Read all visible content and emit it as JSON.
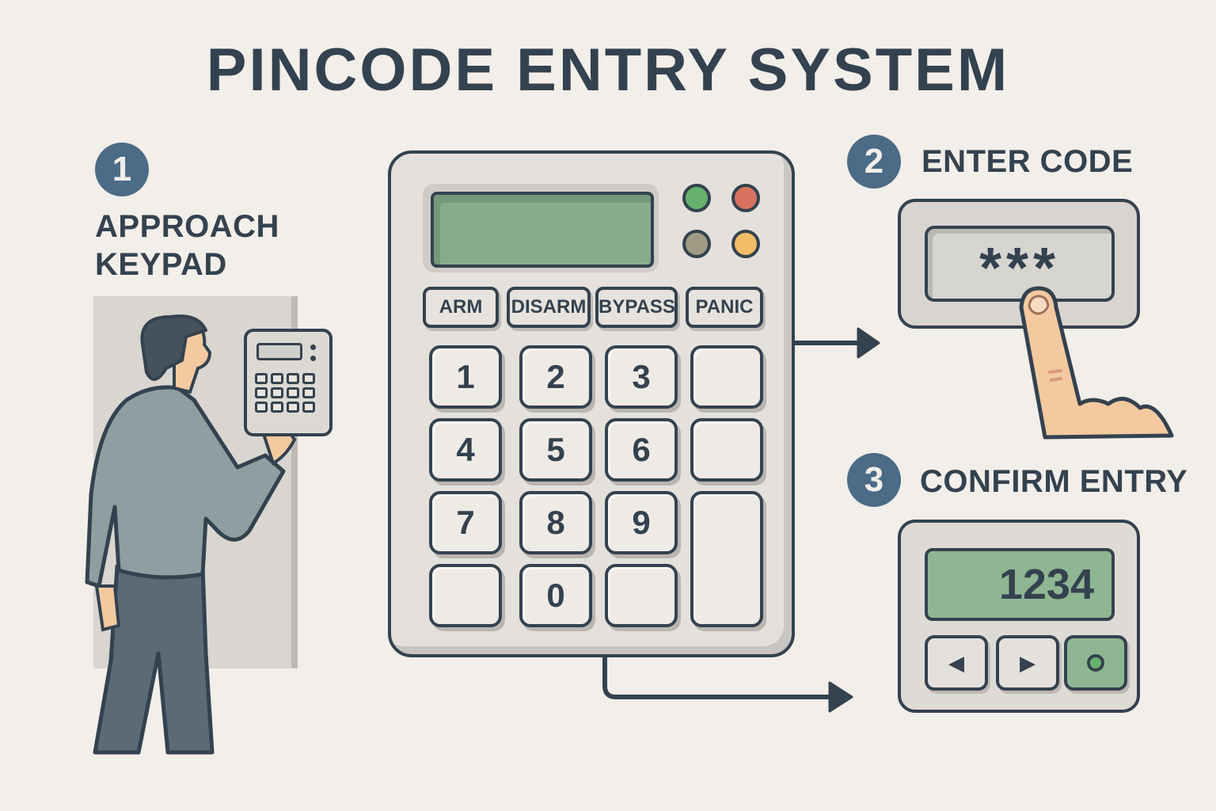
{
  "title": "PINCODE ENTRY SYSTEM",
  "steps": [
    {
      "number": "1",
      "label_line1": "APPROACH",
      "label_line2": "KEYPAD"
    },
    {
      "number": "2",
      "label": "ENTER CODE"
    },
    {
      "number": "3",
      "label": "CONFIRM ENTRY"
    }
  ],
  "keypad": {
    "leds": [
      {
        "name": "green",
        "color": "#66b26c"
      },
      {
        "name": "red",
        "color": "#d9735f"
      },
      {
        "name": "olive",
        "color": "#a09b85"
      },
      {
        "name": "amber",
        "color": "#f2bd66"
      }
    ],
    "function_buttons": [
      "ARM",
      "DISARM",
      "BYPASS",
      "PANIC"
    ],
    "keys": [
      "1",
      "2",
      "3",
      "",
      "4",
      "5",
      "6",
      "",
      "7",
      "8",
      "9",
      "",
      "",
      "0",
      "",
      ""
    ]
  },
  "enter_code": {
    "masked_value": "***"
  },
  "confirm_entry": {
    "display_value": "1234",
    "buttons": {
      "left": "◀",
      "right": "▶"
    }
  },
  "colors": {
    "background": "#f2eee9",
    "ink": "#34424f",
    "badge": "#4b6b86",
    "lcd_green": "#86ac8a",
    "skin": "#f3c9a0"
  }
}
